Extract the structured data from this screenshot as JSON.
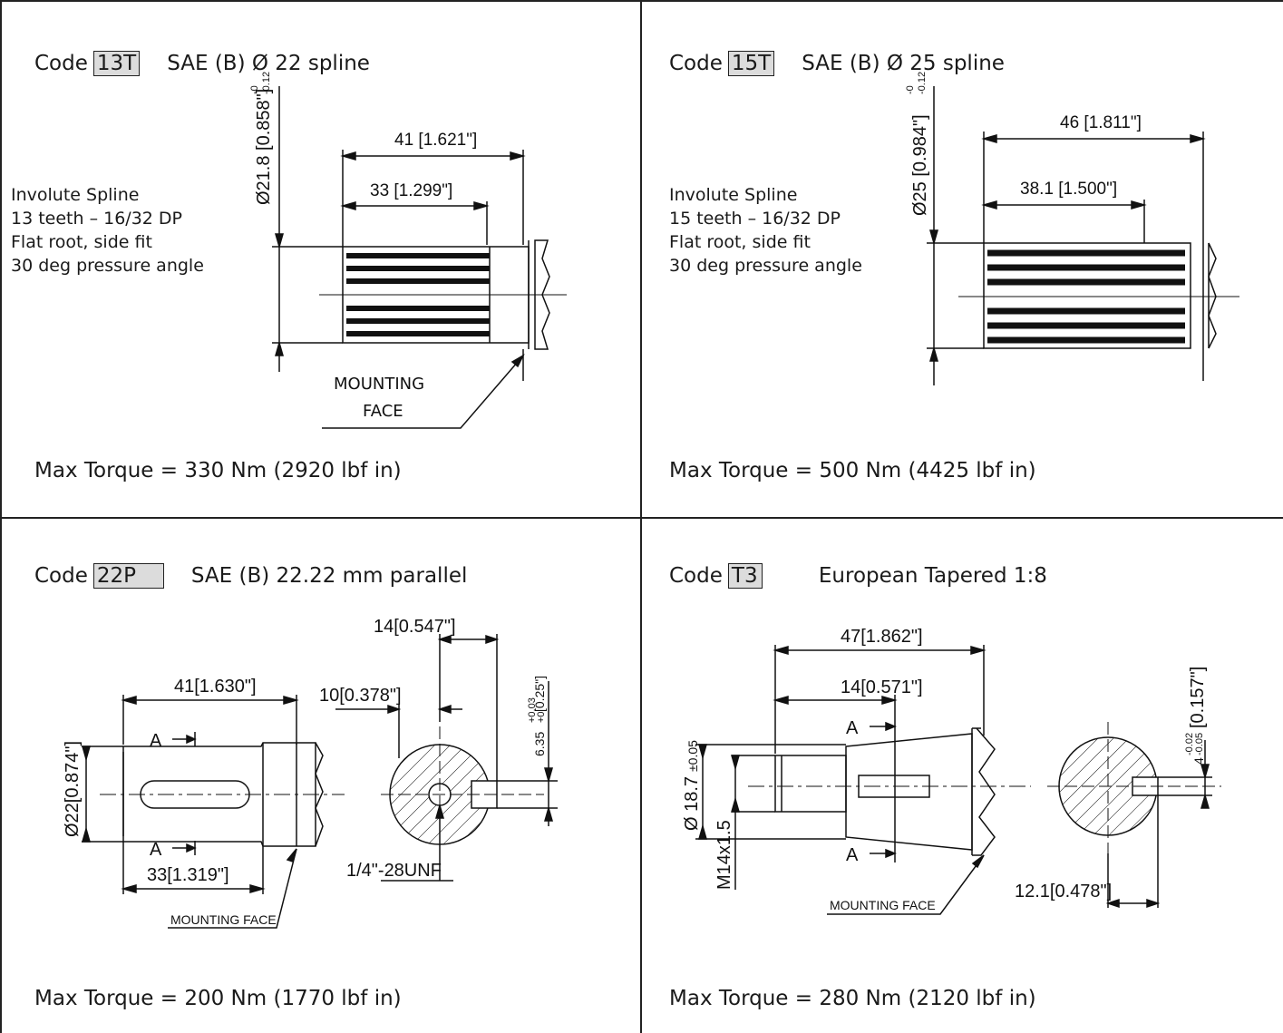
{
  "panels": [
    {
      "code": "13T",
      "description": "SAE (B) Ø 22 spline",
      "specs": [
        "Involute Spline",
        "13 teeth – 16/32 DP",
        "Flat root, side fit",
        "30 deg pressure angle"
      ],
      "dims": {
        "overall": "41 [1.621\"]",
        "spline": "33 [1.299\"]",
        "dia": "Ø21.8 [0.858\"]",
        "tol_upper": "-0",
        "tol_lower": "-0.12"
      },
      "mounting_face": [
        "MOUNTING",
        "FACE"
      ],
      "torque": "Max Torque = 330 Nm (2920 lbf in)"
    },
    {
      "code": "15T",
      "description": "SAE (B) Ø 25 spline",
      "specs": [
        "Involute Spline",
        "15 teeth – 16/32 DP",
        "Flat root, side fit",
        "30 deg pressure angle"
      ],
      "dims": {
        "overall": "46 [1.811\"]",
        "spline": "38.1 [1.500\"]",
        "dia": "Ø25 [0.984\"]",
        "tol_upper": "-0",
        "tol_lower": "-0.12"
      },
      "torque": "Max Torque = 500 Nm (4425 lbf in)"
    },
    {
      "code": "22P",
      "description": "SAE (B) 22.22 mm parallel",
      "dims": {
        "overall": "41[1.630\"]",
        "key": "33[1.319\"]",
        "dia": "Ø22[0.874\"]",
        "width14": "14[0.547\"]",
        "width10": "10[0.378\"]",
        "key_w": "6.35",
        "key_tol_up": "+0.03",
        "key_tol_low": "+0",
        "key_in": "[0.25\"]",
        "thread": "1/4\"-28UNF",
        "section": "A"
      },
      "mounting_face": "MOUNTING FACE",
      "torque": "Max Torque = 200 Nm (1770 lbf in)"
    },
    {
      "code": "T3",
      "description": "European Tapered 1:8",
      "dims": {
        "overall": "47[1.862\"]",
        "d14": "14[0.571\"]",
        "dia": "Ø 18.7",
        "dia_tol": "±0.05",
        "thread": "M14x1.5",
        "d12": "12.1[0.478\"]",
        "key_w": "4",
        "key_tol_up": "-0.02",
        "key_tol_low": "-0.05",
        "key_in": "[0.157\"]",
        "section": "A"
      },
      "mounting_face": "MOUNTING FACE",
      "torque": "Max Torque = 280 Nm (2120 lbf in)"
    }
  ]
}
